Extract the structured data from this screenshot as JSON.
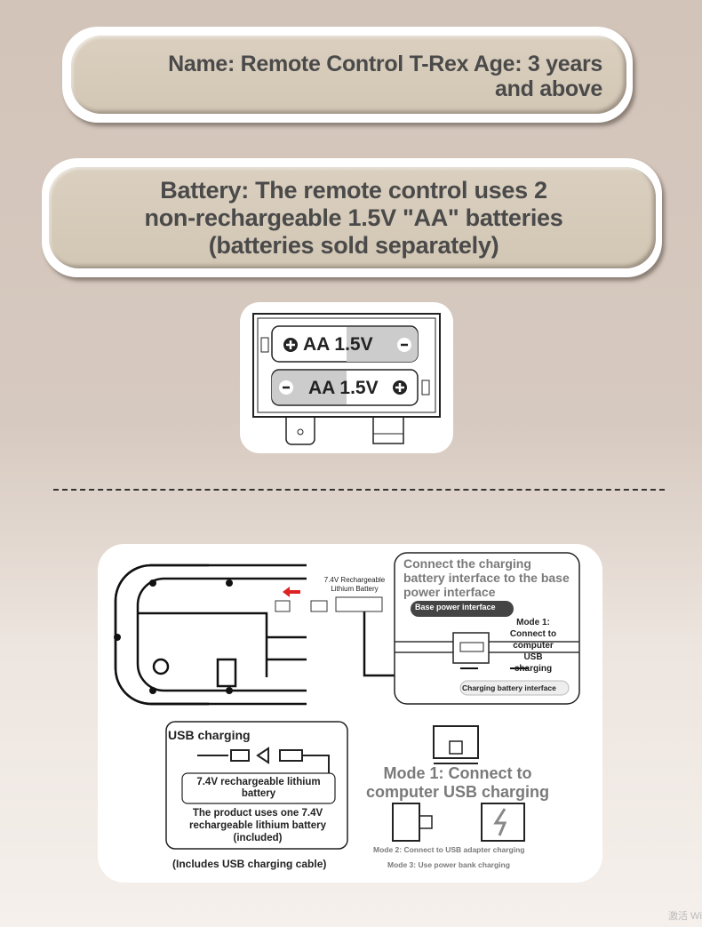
{
  "banner_name": {
    "line1": "Name: Remote Control T-Rex Age: 3 years",
    "line2": "and above"
  },
  "banner_battery": {
    "line1": "Battery: The remote control uses 2",
    "line2": "non-rechargeable 1.5V \"AA\" batteries",
    "line3": "(batteries sold separately)"
  },
  "battery_diagram": {
    "top": {
      "label": "AA",
      "voltage": "1.5V"
    },
    "bottom": {
      "label": "AA",
      "voltage": "1.5V"
    }
  },
  "charging_diagram": {
    "battery_label": "7.4V Rechargeable Lithium Battery",
    "connect_title": "Connect the charging battery interface to the base power interface",
    "base_power_interface": "Base power interface",
    "mode1_short": "Mode 1: Connect to computer USB charging",
    "charging_battery_interface": "Charging battery interface",
    "usb_title": "USB charging",
    "lithium_label": "7.4V rechargeable lithium battery",
    "product_note": "The product uses one 7.4V rechargeable lithium battery (included)",
    "cable_note": "(Includes USB charging cable)",
    "mode1": "Mode 1: Connect to computer USB charging",
    "mode2": "Mode 2: Connect to USB adapter charging",
    "mode3": "Mode 3: Use power bank charging"
  },
  "watermark": "激活 Wi"
}
